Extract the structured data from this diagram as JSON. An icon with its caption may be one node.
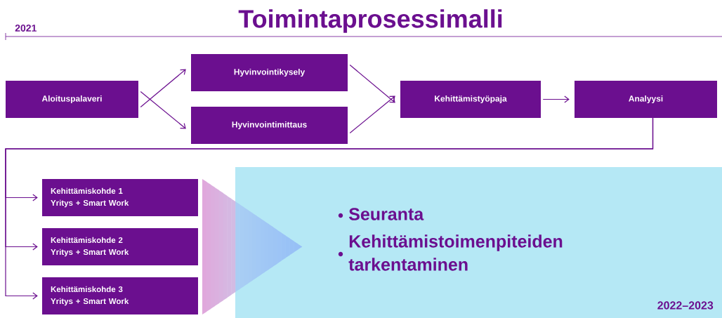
{
  "diagram": {
    "title": "Toimintaprosessimalli",
    "nodes": [
      {
        "text": [
          "Aloituspalaveri"
        ]
      },
      {
        "text": [
          "Hyvinvointikysely"
        ]
      },
      {
        "text": [
          "Hyvinvointimittaus"
        ]
      },
      {
        "text": [
          "Kehittämistyöpaja"
        ]
      },
      {
        "text": [
          "Analyysi"
        ]
      },
      {
        "text": [
          "Kehittämiskohde 1",
          "Yritys + Smart Work"
        ]
      },
      {
        "text": [
          "Kehittämiskohde 2",
          "Yritys + Smart Work"
        ]
      },
      {
        "text": [
          "Kehittämiskohde 3",
          "Yritys + Smart Work"
        ]
      },
      {
        "text": [
          "Seuranta",
          "Kehittämistoimenpiteiden tarkentaminen",
          "2022–2023"
        ]
      }
    ],
    "edges": [
      {
        "from": 0,
        "to": 1,
        "arrow": "to"
      },
      {
        "from": 0,
        "to": 2,
        "arrow": "to"
      },
      {
        "from": 1,
        "to": 3,
        "arrow": "to"
      },
      {
        "from": 2,
        "to": 3,
        "arrow": "to"
      },
      {
        "from": 3,
        "to": 4,
        "arrow": "to"
      },
      {
        "from": 4,
        "to": 5,
        "arrow": "to"
      },
      {
        "from": 4,
        "to": 6,
        "arrow": "to"
      },
      {
        "from": 4,
        "to": 7,
        "arrow": "to"
      }
    ],
    "labels": [
      "2021"
    ]
  }
}
